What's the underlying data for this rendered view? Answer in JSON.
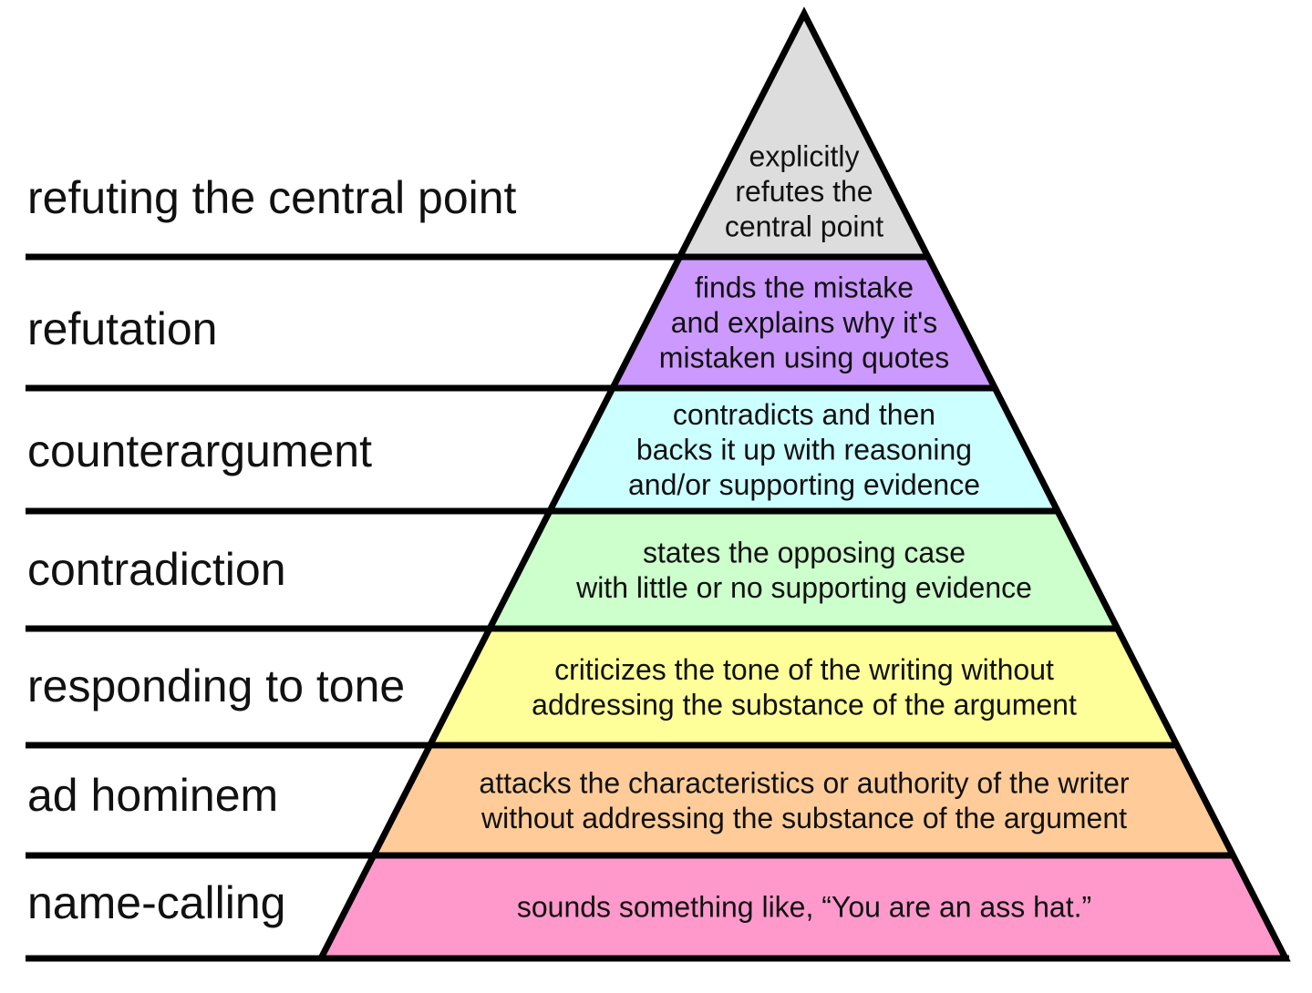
{
  "levels": [
    {
      "label": "refuting the central point",
      "description": [
        "explicitly",
        "refutes the",
        "central point"
      ],
      "color": "#dddddd"
    },
    {
      "label": "refutation",
      "description": [
        "finds the mistake",
        "and explains why it's",
        "mistaken using quotes"
      ],
      "color": "#cc99ff"
    },
    {
      "label": "counterargument",
      "description": [
        "contradicts and then",
        "backs it up with reasoning",
        "and/or supporting evidence"
      ],
      "color": "#ccffff"
    },
    {
      "label": "contradiction",
      "description": [
        "states the opposing case",
        "with little or no supporting evidence"
      ],
      "color": "#ccffcc"
    },
    {
      "label": "responding to tone",
      "description": [
        "criticizes the tone of the writing without",
        "addressing the substance of the argument"
      ],
      "color": "#ffff99"
    },
    {
      "label": "ad hominem",
      "description": [
        "attacks the characteristics or authority of the writer",
        "without addressing the substance of the argument"
      ],
      "color": "#ffcc99"
    },
    {
      "label": "name-calling",
      "description": [
        "sounds something like, “You are an ass hat.”"
      ],
      "color": "#ff99cc"
    }
  ]
}
